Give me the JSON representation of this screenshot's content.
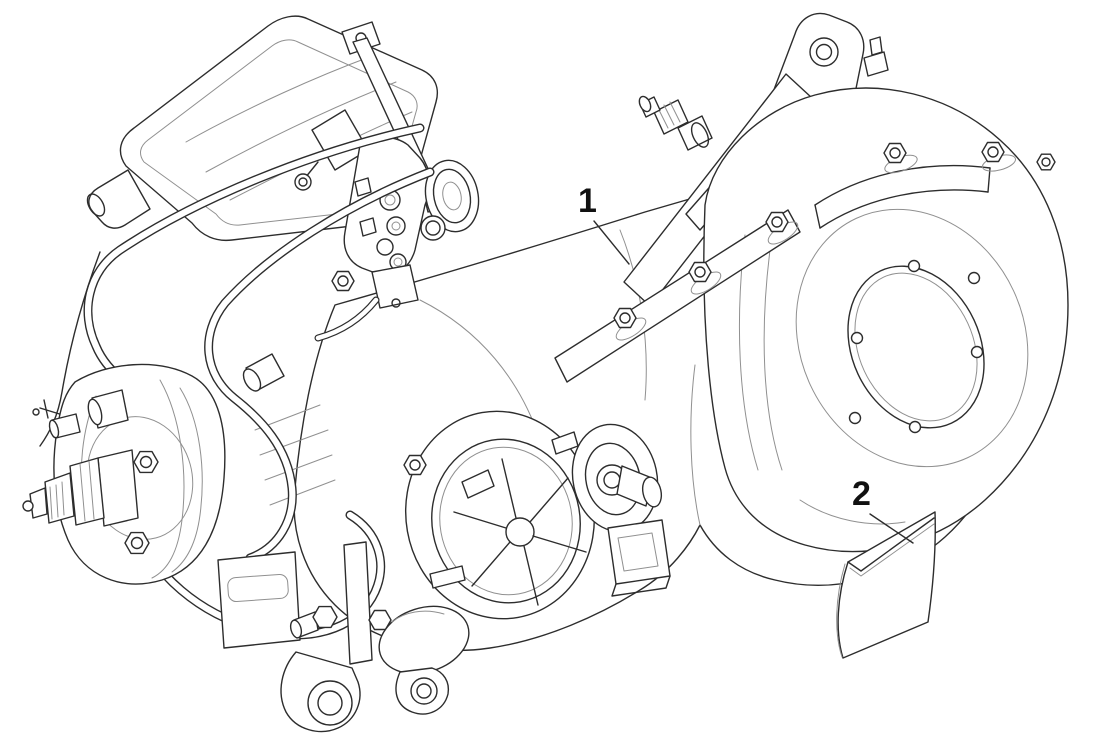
{
  "diagram": {
    "kind": "engine-parts-exploded-view",
    "background_color": "#ffffff",
    "line_color": "#2d2d2d",
    "secondary_line_color": "#909090",
    "callout_text_color": "#111111",
    "callouts": [
      {
        "label": "1",
        "part": "engine-assembly"
      },
      {
        "label": "2",
        "part": "gasket-kit-envelope"
      }
    ],
    "parts": [
      {
        "ref": "1",
        "name": "engine-assembly"
      },
      {
        "ref": "2",
        "name": "gasket-kit-envelope"
      }
    ]
  }
}
